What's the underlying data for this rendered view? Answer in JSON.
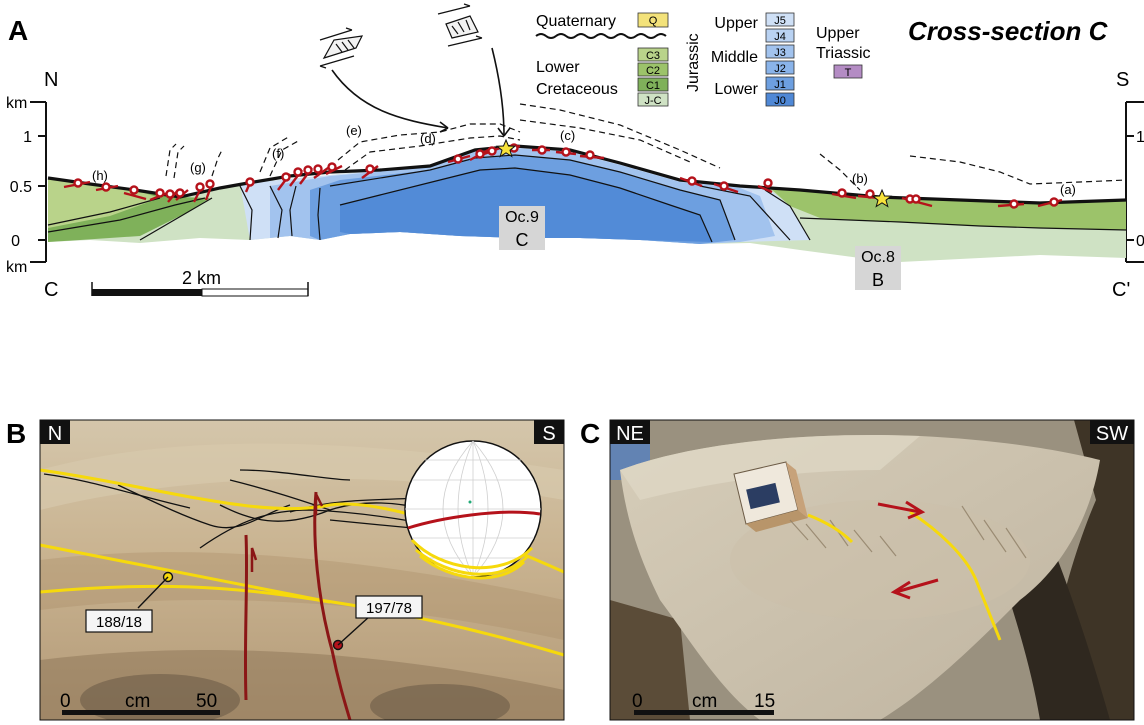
{
  "panel_a": {
    "letter": "A",
    "title": "Cross-section C",
    "left_compass": "N",
    "right_compass": "S",
    "axis_unit_top": "km",
    "axis_unit_bottom": "km",
    "ticks": [
      "1",
      "0.5",
      "0"
    ],
    "right_ticks": [
      "1",
      "0"
    ],
    "section_start": "C",
    "section_end": "C'",
    "scalebar_label": "2 km",
    "sites": [
      {
        "name": "Oc.9",
        "letter": "C"
      },
      {
        "name": "Oc.8",
        "letter": "B"
      }
    ],
    "outcrop_labels": [
      "(a)",
      "(b)",
      "(c)",
      "(d)",
      "(e)",
      "(f)",
      "(g)",
      "(h)"
    ],
    "legend": {
      "quaternary": {
        "label": "Quaternary",
        "code": "Q",
        "color": "#f3e27a"
      },
      "lower_cretaceous": {
        "label_line1": "Lower",
        "label_line2": "Cretaceous",
        "units": [
          {
            "code": "C3",
            "color": "#b9d38a"
          },
          {
            "code": "C2",
            "color": "#9cc36a"
          },
          {
            "code": "C1",
            "color": "#7fb15a"
          },
          {
            "code": "J-C",
            "color": "#cfe2c4"
          }
        ]
      },
      "jurassic": {
        "group_label": "Jurassic",
        "sub_labels": [
          "Upper",
          "Middle",
          "Lower"
        ],
        "units": [
          {
            "code": "J5",
            "color": "#cfe0f6"
          },
          {
            "code": "J4",
            "color": "#b9d2f2"
          },
          {
            "code": "J3",
            "color": "#a2c3ee"
          },
          {
            "code": "J2",
            "color": "#8ab4ea"
          },
          {
            "code": "J1",
            "color": "#6d9fe0"
          },
          {
            "code": "J0",
            "color": "#4f88d6"
          }
        ]
      },
      "triassic": {
        "label_line1": "Upper",
        "label_line2": "Triassic",
        "code": "T",
        "color": "#b48cc4"
      }
    }
  },
  "panel_b": {
    "letter": "B",
    "left_corner": "N",
    "right_corner": "S",
    "labels": [
      "188/18",
      "197/78"
    ],
    "scale_start": "0",
    "scale_unit": "cm",
    "scale_end": "50"
  },
  "panel_c": {
    "letter": "C",
    "left_corner": "NE",
    "right_corner": "SW",
    "scale_start": "0",
    "scale_unit": "cm",
    "scale_end": "15"
  }
}
